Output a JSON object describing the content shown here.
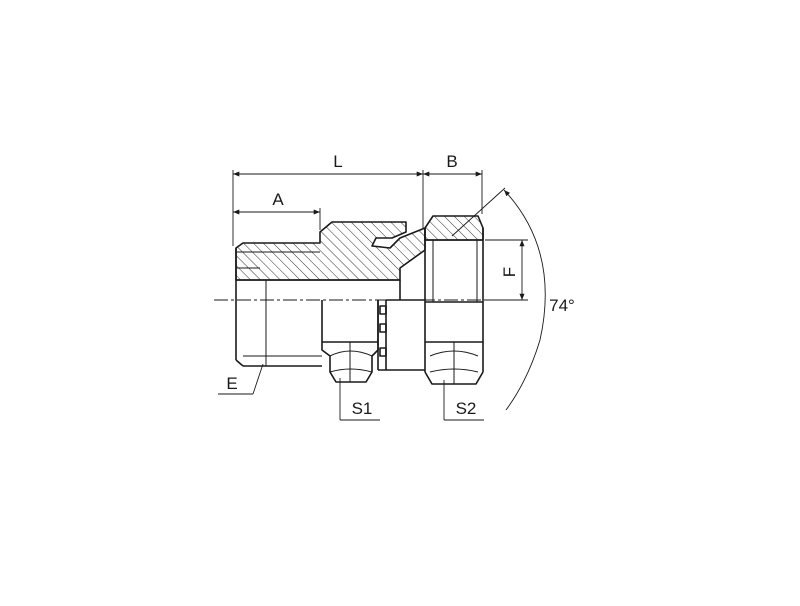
{
  "labels": {
    "L": "L",
    "A": "A",
    "B": "B",
    "E": "E",
    "F": "F",
    "S1": "S1",
    "S2": "S2",
    "angle": "74°"
  }
}
